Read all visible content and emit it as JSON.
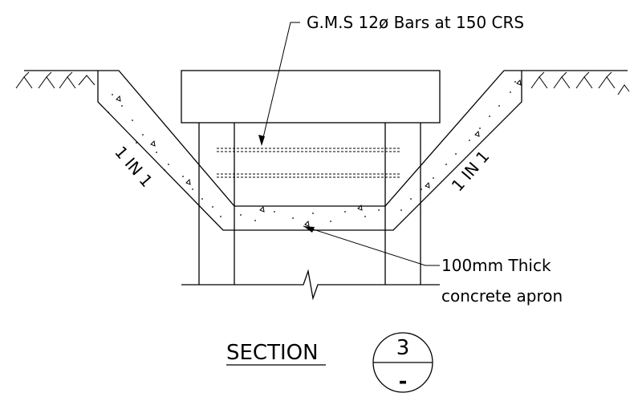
{
  "labels": {
    "bars_note": "G.M.S 12ø Bars at 150 CRS",
    "slope_left": "1 IN 1",
    "slope_right": "1 IN 1",
    "apron_note_line1": "100mm Thick",
    "apron_note_line2": "concrete apron"
  },
  "section_tag": {
    "title": "SECTION",
    "number": "3",
    "sheet": "-"
  }
}
